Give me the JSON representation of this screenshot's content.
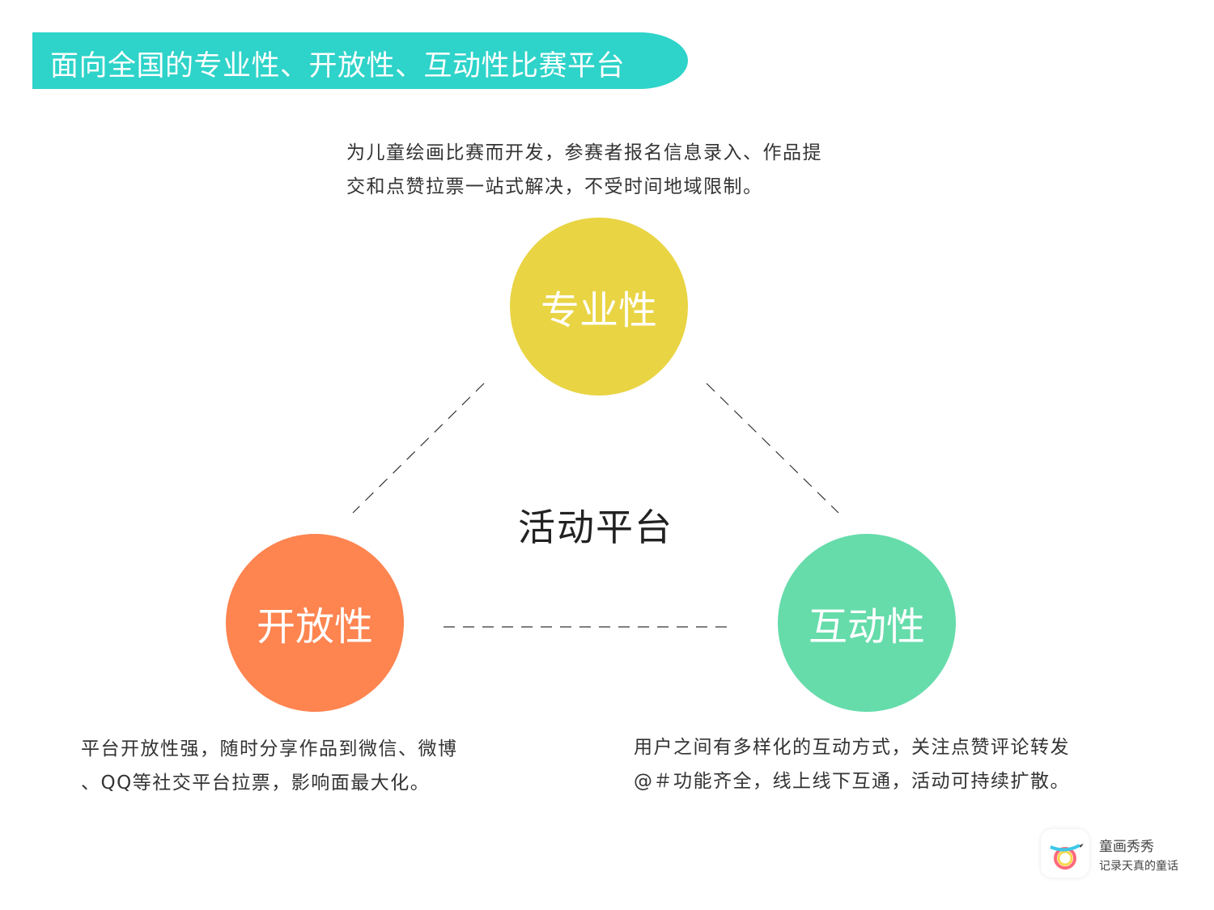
{
  "banner": {
    "title": "面向全国的专业性、开放性、互动性比赛平台"
  },
  "intro": {
    "line1": "为儿童绘画比赛而开发，参赛者报名信息录入、作品提",
    "line2": "交和点赞拉票一站式解决，不受时间地域限制。"
  },
  "center_label": "活动平台",
  "nodes": [
    {
      "label": "专业性",
      "color": "#e9d444"
    },
    {
      "label": "开放性",
      "color": "#fe8450"
    },
    {
      "label": "互动性",
      "color": "#66dcab"
    }
  ],
  "open_desc": {
    "line1": "平台开放性强，随时分享作品到微信、微博",
    "line2": "、QQ等社交平台拉票，影响面最大化。"
  },
  "interact_desc": {
    "line1": "用户之间有多样化的互动方式，关注点赞评论转发",
    "line2": "@＃功能齐全，线上线下互通，活动可持续扩散。"
  },
  "brand": {
    "name": "童画秀秀",
    "slogan": "记录天真的童话"
  },
  "colors": {
    "banner": "#2ed3c9"
  }
}
